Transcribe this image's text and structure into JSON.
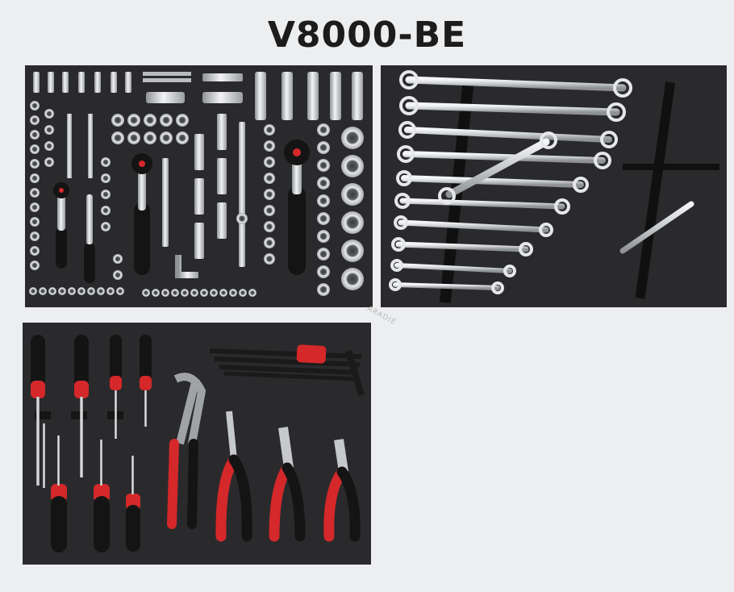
{
  "product": {
    "model_code": "V8000-BE",
    "watermark_text": "ARADIE"
  },
  "trays": [
    {
      "name": "sockets-and-ratchets",
      "foam_color": "#2a2a2c"
    },
    {
      "name": "combination-wrenches",
      "foam_color": "#2a2a2c"
    },
    {
      "name": "screwdrivers-pliers-hex-keys",
      "foam_color": "#2a2a2c"
    }
  ],
  "colors": {
    "background": "#eceef0",
    "foam": "#2a2a2c",
    "metal": "#d6d8da",
    "handle_black": "#141414",
    "handle_red": "#d4282a"
  }
}
